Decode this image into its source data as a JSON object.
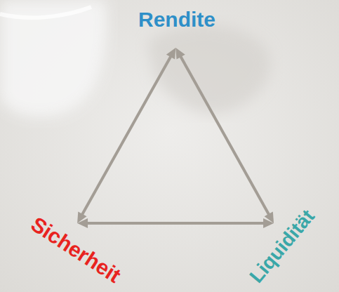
{
  "diagram": {
    "nodes": [
      {
        "text": [
          "Rendite"
        ]
      },
      {
        "text": [
          "Sicherheit"
        ]
      },
      {
        "text": [
          "Liquidität"
        ]
      }
    ],
    "edges": [
      {
        "from": 0,
        "to": 1,
        "arrow": "both"
      },
      {
        "from": 0,
        "to": 2,
        "arrow": "both"
      },
      {
        "from": 1,
        "to": 2,
        "arrow": "both"
      }
    ]
  }
}
